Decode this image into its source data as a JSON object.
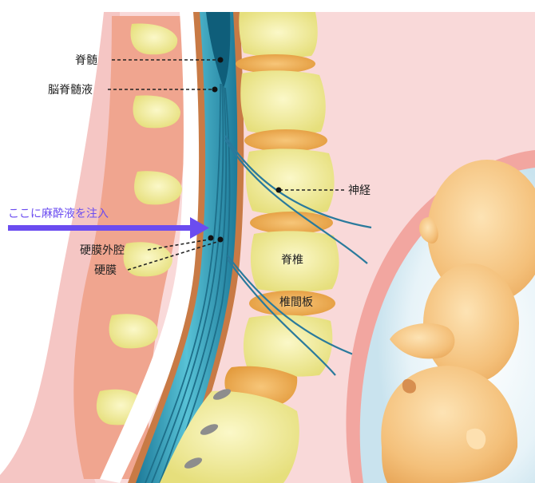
{
  "labels": {
    "spinal_cord": "脊髄",
    "csf": "脳脊髄液",
    "nerve": "神経",
    "injection": "ここに麻酔液を注入",
    "epidural_space": "硬膜外腔",
    "dura": "硬膜",
    "vertebra": "脊椎",
    "disc": "椎間板"
  },
  "colors": {
    "arrow": "#6b4cf0",
    "vertebra": "#f4f0a6",
    "disc": "#f2b25c",
    "canal": "#2f9bb8",
    "nerve": "#2a7a9c",
    "skin": "#f7cfd0",
    "baby": "#f5c27e"
  },
  "icons": {
    "injection_arrow": "right-arrow-icon"
  }
}
